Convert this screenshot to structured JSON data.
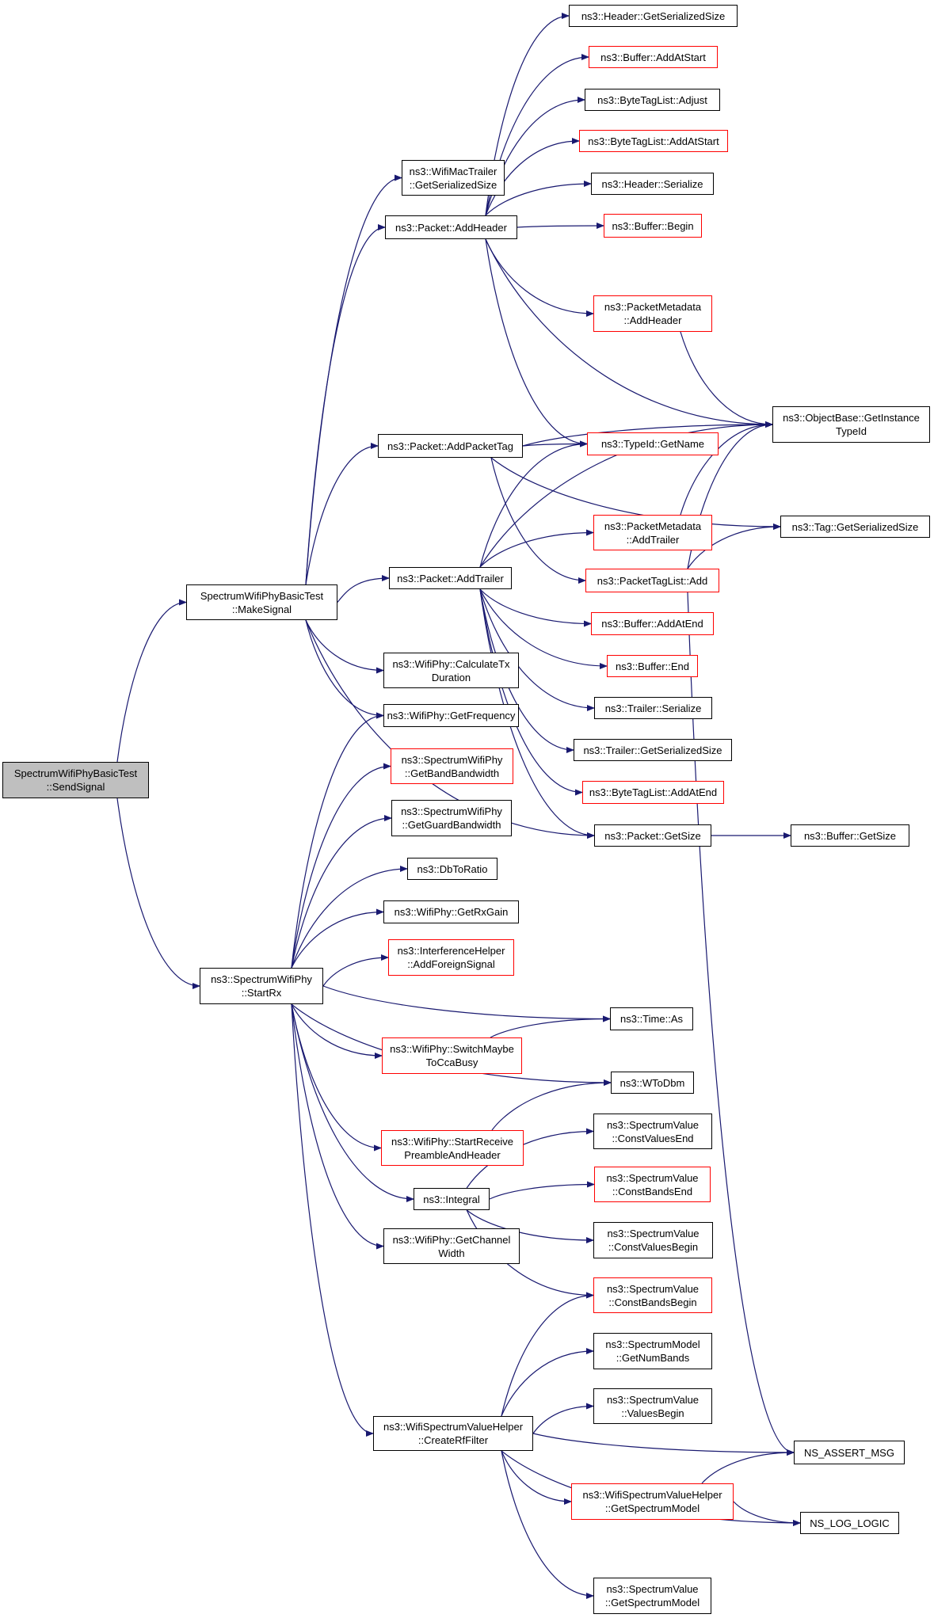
{
  "colors": {
    "edge": "#191970",
    "border": "#000000",
    "border_linked": "#ff0000",
    "root_fill": "#bfbfbf"
  },
  "nodes": [
    {
      "id": "sendsignal",
      "label": "SpectrumWifiPhyBasicTest\n::SendSignal",
      "style": "root"
    },
    {
      "id": "makesignal",
      "label": "SpectrumWifiPhyBasicTest\n::MakeSignal",
      "style": "black"
    },
    {
      "id": "startrx",
      "label": "ns3::SpectrumWifiPhy\n::StartRx",
      "style": "black"
    },
    {
      "id": "macTrailerSize",
      "label": "ns3::WifiMacTrailer\n::GetSerializedSize",
      "style": "black"
    },
    {
      "id": "addHeader",
      "label": "ns3::Packet::AddHeader",
      "style": "black"
    },
    {
      "id": "addPacketTag",
      "label": "ns3::Packet::AddPacketTag",
      "style": "black"
    },
    {
      "id": "addTrailer",
      "label": "ns3::Packet::AddTrailer",
      "style": "black"
    },
    {
      "id": "calcTx",
      "label": "ns3::WifiPhy::CalculateTx\nDuration",
      "style": "black"
    },
    {
      "id": "getFreq",
      "label": "ns3::WifiPhy::GetFrequency",
      "style": "black"
    },
    {
      "id": "bandBw",
      "label": "ns3::SpectrumWifiPhy\n::GetBandBandwidth",
      "style": "red"
    },
    {
      "id": "guardBw",
      "label": "ns3::SpectrumWifiPhy\n::GetGuardBandwidth",
      "style": "black"
    },
    {
      "id": "dbToRatio",
      "label": "ns3::DbToRatio",
      "style": "black"
    },
    {
      "id": "rxGain",
      "label": "ns3::WifiPhy::GetRxGain",
      "style": "black"
    },
    {
      "id": "foreign",
      "label": "ns3::InterferenceHelper\n::AddForeignSignal",
      "style": "red"
    },
    {
      "id": "switchCca",
      "label": "ns3::WifiPhy::SwitchMaybe\nToCcaBusy",
      "style": "red"
    },
    {
      "id": "startRecv",
      "label": "ns3::WifiPhy::StartReceive\nPreambleAndHeader",
      "style": "red"
    },
    {
      "id": "integral",
      "label": "ns3::Integral",
      "style": "black"
    },
    {
      "id": "chWidth",
      "label": "ns3::WifiPhy::GetChannel\nWidth",
      "style": "black"
    },
    {
      "id": "rfFilter",
      "label": "ns3::WifiSpectrumValueHelper\n::CreateRfFilter",
      "style": "black"
    },
    {
      "id": "hdrSize",
      "label": "ns3::Header::GetSerializedSize",
      "style": "black"
    },
    {
      "id": "bufAddStart",
      "label": "ns3::Buffer::AddAtStart",
      "style": "red"
    },
    {
      "id": "btlAdjust",
      "label": "ns3::ByteTagList::Adjust",
      "style": "black"
    },
    {
      "id": "btlAddStart",
      "label": "ns3::ByteTagList::AddAtStart",
      "style": "red"
    },
    {
      "id": "hdrSerialize",
      "label": "ns3::Header::Serialize",
      "style": "black"
    },
    {
      "id": "bufBegin",
      "label": "ns3::Buffer::Begin",
      "style": "red"
    },
    {
      "id": "pmAddHeader",
      "label": "ns3::PacketMetadata\n::AddHeader",
      "style": "red"
    },
    {
      "id": "typeName",
      "label": "ns3::TypeId::GetName",
      "style": "red"
    },
    {
      "id": "pmAddTrailer",
      "label": "ns3::PacketMetadata\n::AddTrailer",
      "style": "red"
    },
    {
      "id": "ptlAdd",
      "label": "ns3::PacketTagList::Add",
      "style": "red"
    },
    {
      "id": "bufAddEnd",
      "label": "ns3::Buffer::AddAtEnd",
      "style": "red"
    },
    {
      "id": "bufEnd",
      "label": "ns3::Buffer::End",
      "style": "red"
    },
    {
      "id": "trSerialize",
      "label": "ns3::Trailer::Serialize",
      "style": "black"
    },
    {
      "id": "trSize",
      "label": "ns3::Trailer::GetSerializedSize",
      "style": "black"
    },
    {
      "id": "btlAddEnd",
      "label": "ns3::ByteTagList::AddAtEnd",
      "style": "red"
    },
    {
      "id": "pktSize",
      "label": "ns3::Packet::GetSize",
      "style": "black"
    },
    {
      "id": "timeAs",
      "label": "ns3::Time::As",
      "style": "black"
    },
    {
      "id": "wToDbm",
      "label": "ns3::WToDbm",
      "style": "black"
    },
    {
      "id": "cvEnd",
      "label": "ns3::SpectrumValue\n::ConstValuesEnd",
      "style": "black"
    },
    {
      "id": "cbEnd",
      "label": "ns3::SpectrumValue\n::ConstBandsEnd",
      "style": "red"
    },
    {
      "id": "cvBegin",
      "label": "ns3::SpectrumValue\n::ConstValuesBegin",
      "style": "black"
    },
    {
      "id": "cbBegin",
      "label": "ns3::SpectrumValue\n::ConstBandsBegin",
      "style": "red"
    },
    {
      "id": "numBands",
      "label": "ns3::SpectrumModel\n::GetNumBands",
      "style": "black"
    },
    {
      "id": "valBegin",
      "label": "ns3::SpectrumValue\n::ValuesBegin",
      "style": "black"
    },
    {
      "id": "wsvhModel",
      "label": "ns3::WifiSpectrumValueHelper\n::GetSpectrumModel",
      "style": "red"
    },
    {
      "id": "svModel",
      "label": "ns3::SpectrumValue\n::GetSpectrumModel",
      "style": "black"
    },
    {
      "id": "instTypeId",
      "label": "ns3::ObjectBase::GetInstance\nTypeId",
      "style": "black"
    },
    {
      "id": "tagSize",
      "label": "ns3::Tag::GetSerializedSize",
      "style": "black"
    },
    {
      "id": "bufGetSize",
      "label": "ns3::Buffer::GetSize",
      "style": "black"
    },
    {
      "id": "assertMsg",
      "label": "NS_ASSERT_MSG",
      "style": "black"
    },
    {
      "id": "logLogic",
      "label": "NS_LOG_LOGIC",
      "style": "black"
    }
  ],
  "edges": [
    [
      "sendsignal",
      "makesignal"
    ],
    [
      "sendsignal",
      "startrx"
    ],
    [
      "makesignal",
      "macTrailerSize"
    ],
    [
      "makesignal",
      "addHeader"
    ],
    [
      "makesignal",
      "addPacketTag"
    ],
    [
      "makesignal",
      "addTrailer"
    ],
    [
      "makesignal",
      "calcTx"
    ],
    [
      "makesignal",
      "getFreq"
    ],
    [
      "makesignal",
      "pktSize"
    ],
    [
      "addHeader",
      "hdrSize"
    ],
    [
      "addHeader",
      "bufAddStart"
    ],
    [
      "addHeader",
      "btlAdjust"
    ],
    [
      "addHeader",
      "btlAddStart"
    ],
    [
      "addHeader",
      "hdrSerialize"
    ],
    [
      "addHeader",
      "bufBegin"
    ],
    [
      "addHeader",
      "pmAddHeader"
    ],
    [
      "addHeader",
      "typeName"
    ],
    [
      "addHeader",
      "instTypeId"
    ],
    [
      "pmAddHeader",
      "instTypeId"
    ],
    [
      "addPacketTag",
      "typeName"
    ],
    [
      "addPacketTag",
      "instTypeId"
    ],
    [
      "addPacketTag",
      "tagSize"
    ],
    [
      "addPacketTag",
      "ptlAdd"
    ],
    [
      "addTrailer",
      "typeName"
    ],
    [
      "addTrailer",
      "instTypeId"
    ],
    [
      "addTrailer",
      "pmAddTrailer"
    ],
    [
      "addTrailer",
      "bufAddEnd"
    ],
    [
      "addTrailer",
      "bufEnd"
    ],
    [
      "addTrailer",
      "trSerialize"
    ],
    [
      "addTrailer",
      "trSize"
    ],
    [
      "addTrailer",
      "btlAddEnd"
    ],
    [
      "addTrailer",
      "pktSize"
    ],
    [
      "pmAddTrailer",
      "instTypeId"
    ],
    [
      "ptlAdd",
      "instTypeId"
    ],
    [
      "ptlAdd",
      "tagSize"
    ],
    [
      "ptlAdd",
      "assertMsg"
    ],
    [
      "pktSize",
      "bufGetSize"
    ],
    [
      "startrx",
      "getFreq"
    ],
    [
      "startrx",
      "bandBw"
    ],
    [
      "startrx",
      "guardBw"
    ],
    [
      "startrx",
      "dbToRatio"
    ],
    [
      "startrx",
      "rxGain"
    ],
    [
      "startrx",
      "foreign"
    ],
    [
      "startrx",
      "timeAs"
    ],
    [
      "startrx",
      "switchCca"
    ],
    [
      "startrx",
      "wToDbm"
    ],
    [
      "startrx",
      "startRecv"
    ],
    [
      "startrx",
      "integral"
    ],
    [
      "startrx",
      "chWidth"
    ],
    [
      "startrx",
      "rfFilter"
    ],
    [
      "switchCca",
      "timeAs"
    ],
    [
      "startRecv",
      "wToDbm"
    ],
    [
      "integral",
      "cvEnd"
    ],
    [
      "integral",
      "cbEnd"
    ],
    [
      "integral",
      "cvBegin"
    ],
    [
      "integral",
      "cbBegin"
    ],
    [
      "rfFilter",
      "cbBegin"
    ],
    [
      "rfFilter",
      "numBands"
    ],
    [
      "rfFilter",
      "valBegin"
    ],
    [
      "rfFilter",
      "assertMsg"
    ],
    [
      "rfFilter",
      "wsvhModel"
    ],
    [
      "rfFilter",
      "logLogic"
    ],
    [
      "rfFilter",
      "svModel"
    ],
    [
      "wsvhModel",
      "assertMsg"
    ],
    [
      "wsvhModel",
      "logLogic"
    ]
  ]
}
